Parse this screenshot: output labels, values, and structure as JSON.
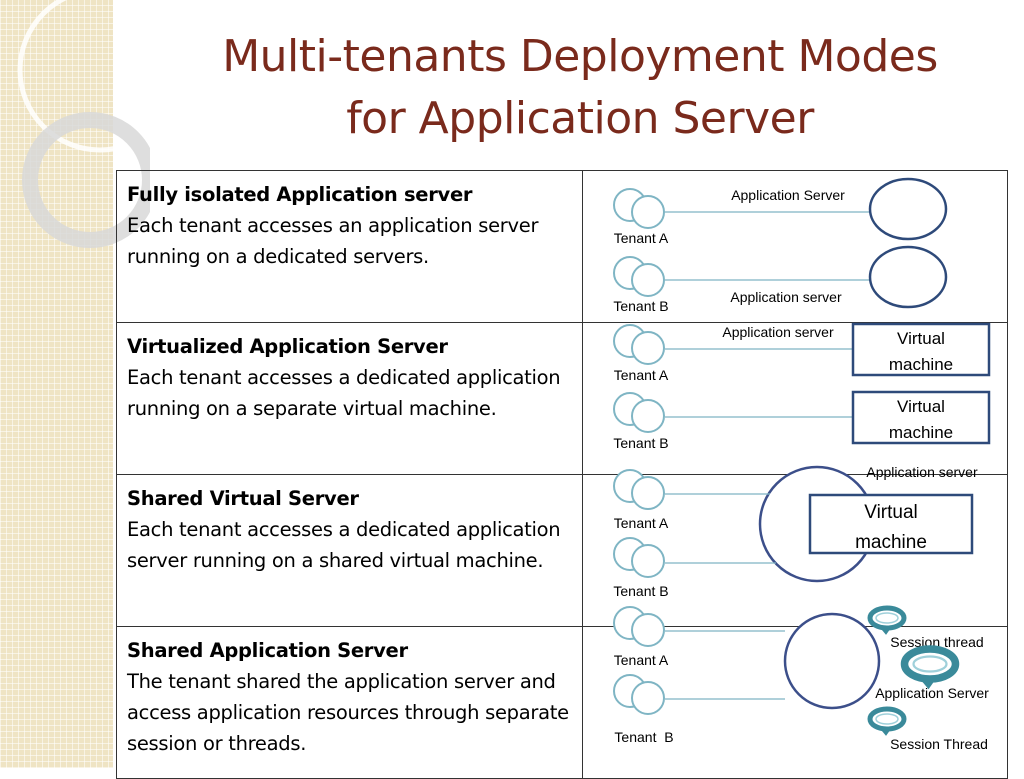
{
  "title": {
    "line1": "Multi-tenants Deployment Modes",
    "line2": "for Application Server"
  },
  "colors": {
    "title": "#7a2a1c",
    "side_panel": "#efe4c4",
    "tenant_circle": "#7fb5c4",
    "server_circle": "#2e4a7a",
    "vm_box": "#2e4a7a",
    "session_thread_icon": "#3a8a9a"
  },
  "modes": [
    {
      "heading": "Fully isolated Application server",
      "description": "Each tenant accesses an application server running on a dedicated servers.",
      "figure": {
        "tenant_a": "Tenant A",
        "tenant_b": "Tenant B",
        "server_label_a": "Application Server",
        "server_label_b": "Application server"
      }
    },
    {
      "heading": "Virtualized Application Server",
      "description": "Each tenant accesses a dedicated application running on a separate virtual machine.",
      "figure": {
        "tenant_a": "Tenant A",
        "tenant_b": "Tenant B",
        "server_label": "Application server",
        "vm_a_line1": "Virtual",
        "vm_a_line2": "machine",
        "vm_b_line1": "Virtual",
        "vm_b_line2": "machine"
      }
    },
    {
      "heading": "Shared Virtual Server",
      "description": "Each tenant accesses a dedicated application server running on a shared virtual machine.",
      "figure": {
        "tenant_a": "Tenant A",
        "tenant_b": "Tenant B",
        "server_label": "Application server",
        "vm_line1": "Virtual",
        "vm_line2": "machine"
      }
    },
    {
      "heading": "Shared Application Server",
      "description": "The tenant shared the application server and access application resources through separate session or threads.",
      "figure": {
        "tenant_a": "Tenant A",
        "tenant_b": "Tenant  B",
        "session_label_1": "Session thread",
        "server_label": "Application Server",
        "session_label_2": "Session Thread"
      }
    }
  ]
}
